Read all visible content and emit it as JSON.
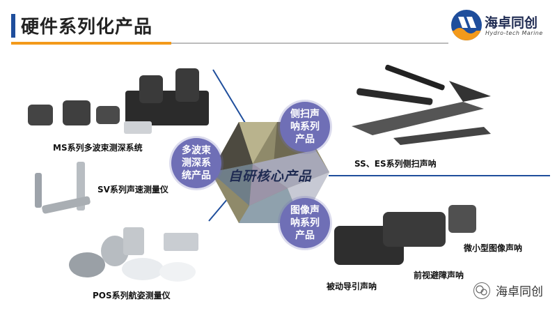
{
  "header": {
    "title": "硬件系列化产品",
    "logo_name": "海卓同创",
    "logo_sub": "Hydro-tech Marine"
  },
  "center": {
    "label": "自研核心产品",
    "bubbles": {
      "multibeam": "多波束测深系统产品",
      "sidescan": "侧扫声呐系列产品",
      "imaging": "图像声呐系列产品"
    }
  },
  "products": {
    "ms": "MS系列多波束测深系统",
    "sv": "SV系列声速测量仪",
    "pos": "POS系列航姿测量仪",
    "ss_es": "SS、ES系列侧扫声呐",
    "micro_imaging": "微小型图像声呐",
    "forward_looking": "前视避障声呐",
    "passive_guide": "被动导引声呐"
  },
  "watermark": {
    "text": "海卓同创"
  },
  "colors": {
    "accent_orange": "#f39a1b",
    "brand_blue": "#1f4e9c",
    "bubble_purple": "#6f6fb6"
  }
}
